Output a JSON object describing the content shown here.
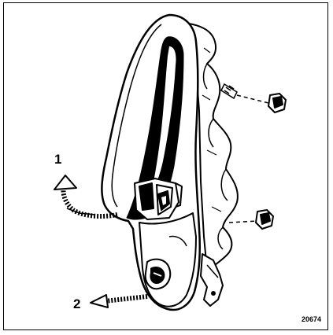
{
  "callouts": {
    "one": "1",
    "two": "2"
  },
  "figure_ref": "20674",
  "colors": {
    "ink": "#000000",
    "paper": "#ffffff"
  }
}
